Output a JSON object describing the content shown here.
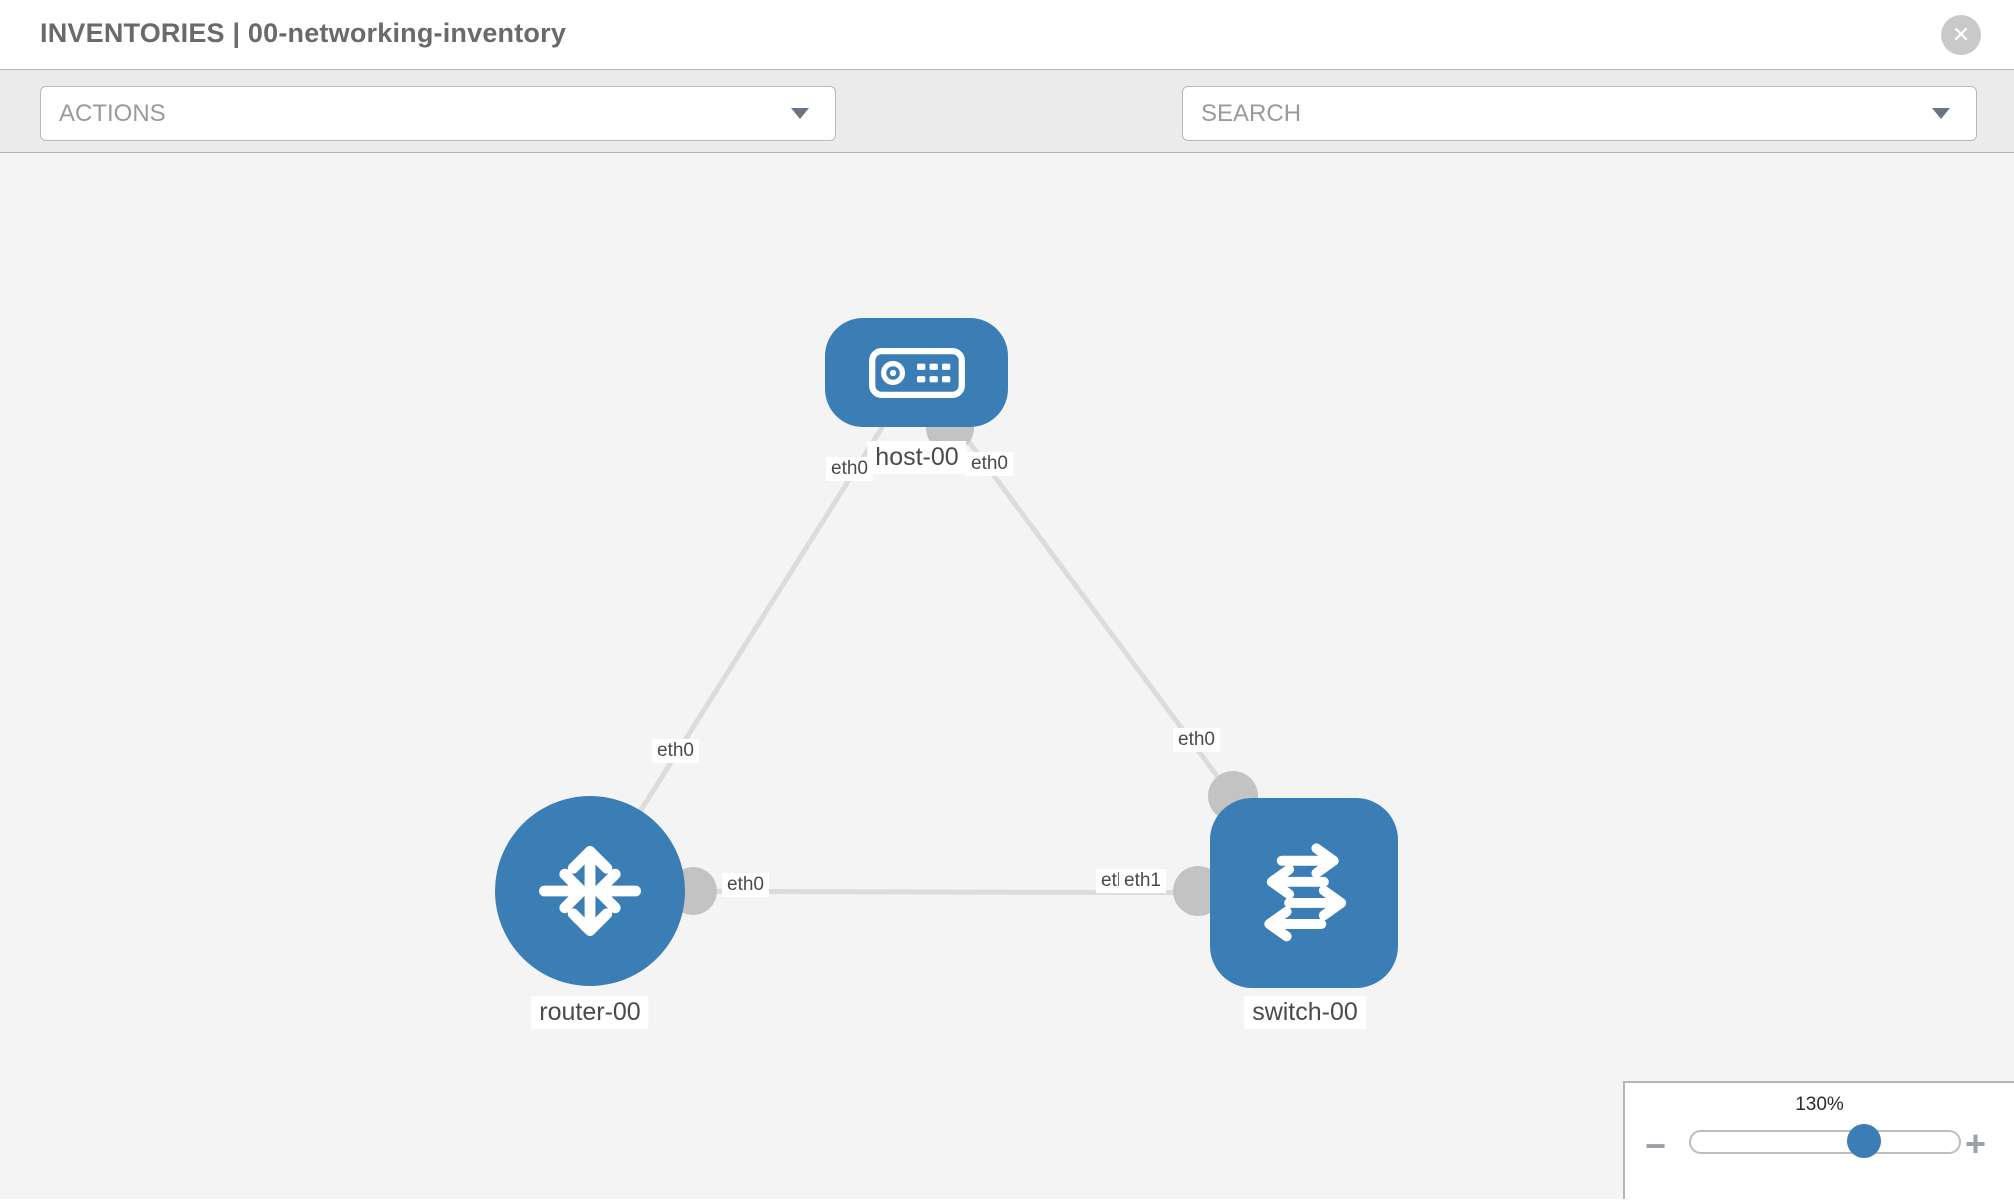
{
  "header": {
    "title": "INVENTORIES | 00-networking-inventory"
  },
  "toolbar": {
    "actions_label": "ACTIONS",
    "search_placeholder": "SEARCH"
  },
  "icons": {
    "close": "✕",
    "zoom_out": "−",
    "zoom_in": "+"
  },
  "topology": {
    "nodes": [
      {
        "label": "host-00",
        "type": "host"
      },
      {
        "label": "router-00",
        "type": "router"
      },
      {
        "label": "switch-00",
        "type": "switch"
      }
    ],
    "links": [
      {
        "source": "host-00",
        "target": "router-00",
        "source_interface": "eth0",
        "target_interface": "eth0"
      },
      {
        "source": "host-00",
        "target": "switch-00",
        "source_interface": "eth0",
        "target_interface": "eth0"
      },
      {
        "source": "router-00",
        "target": "switch-00",
        "source_interface": "eth0",
        "target_interface": "eth1"
      }
    ],
    "overlapped_interface_label": "eth0"
  },
  "zoom_control": {
    "level": "130%"
  },
  "colors": {
    "node_blue": "#3b7db5",
    "link_gray": "#dcdcdc",
    "interface_gray": "#c3c3c3",
    "canvas_bg": "#f4f4f4",
    "toolbar_bg": "#ebebeb"
  }
}
